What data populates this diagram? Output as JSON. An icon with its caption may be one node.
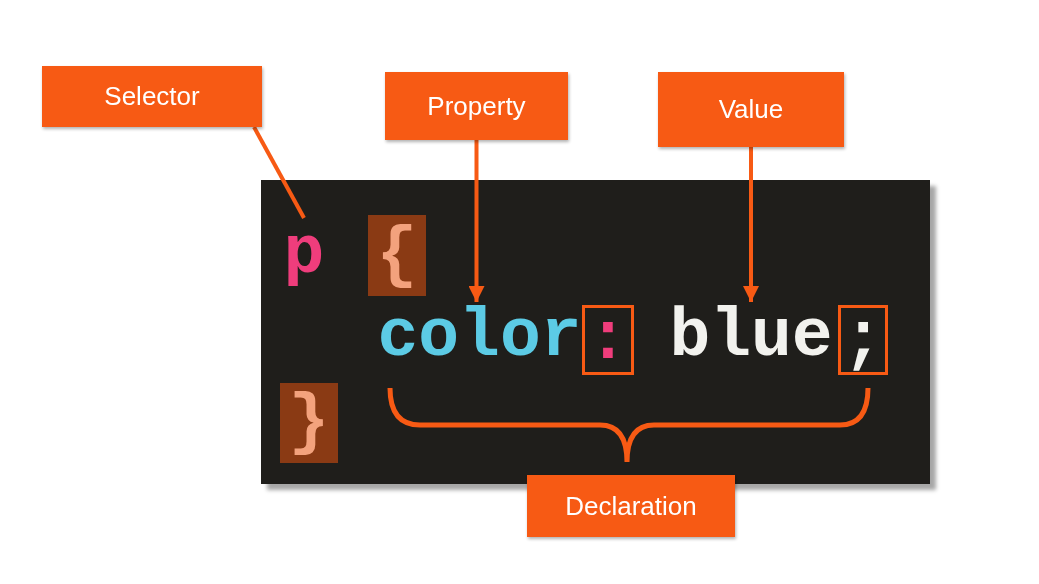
{
  "diagram": {
    "nodes": [
      {
        "text": [
          "Selector"
        ]
      },
      {
        "text": [
          "Property"
        ]
      },
      {
        "text": [
          "Value"
        ]
      },
      {
        "text": [],
        "shape": "box"
      },
      {
        "text": [
          "p"
        ],
        "in": 3
      },
      {
        "text": [
          "{"
        ],
        "in": 3
      },
      {
        "text": [
          "color"
        ],
        "in": 3
      },
      {
        "text": [
          ":"
        ],
        "in": 3
      },
      {
        "text": [
          "blue"
        ],
        "in": 3
      },
      {
        "text": [
          ";"
        ],
        "in": 3
      },
      {
        "text": [
          "}"
        ],
        "in": 3
      },
      {
        "text": [
          "Declaration"
        ]
      }
    ],
    "edges": [
      {
        "from": 0,
        "to": 4,
        "arrow": "none"
      },
      {
        "from": 1,
        "to": 6,
        "arrow": "to"
      },
      {
        "from": 2,
        "to": 8,
        "arrow": "to"
      }
    ]
  }
}
